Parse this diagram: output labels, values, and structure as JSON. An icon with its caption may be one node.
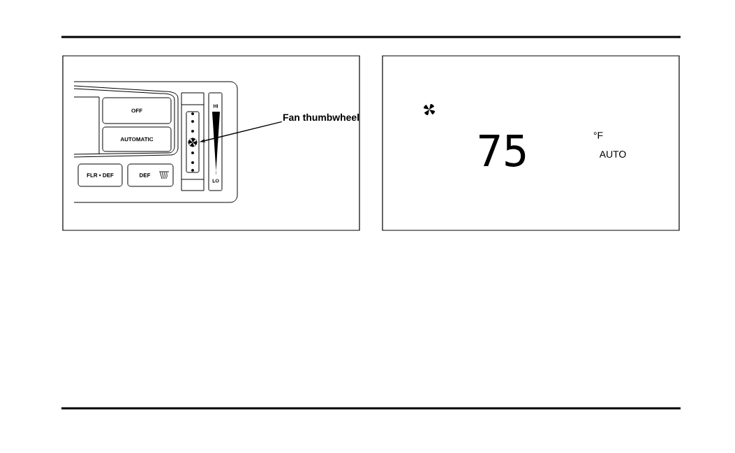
{
  "diagram": {
    "nodes": [
      {
        "text": [
          "OFF"
        ]
      },
      {
        "text": [
          "AUTOMATIC"
        ]
      },
      {
        "text": [
          "FLR • DEF"
        ]
      },
      {
        "text": [
          "DEF"
        ]
      },
      {
        "text": [],
        "shape": "box"
      },
      {
        "text": [
          "Fan thumbwheel"
        ]
      }
    ],
    "edges": [
      {
        "from": 5,
        "to": 4,
        "arrow": "to"
      }
    ],
    "labels": [
      "HI",
      "LO",
      "75",
      "°F",
      "AUTO"
    ]
  }
}
